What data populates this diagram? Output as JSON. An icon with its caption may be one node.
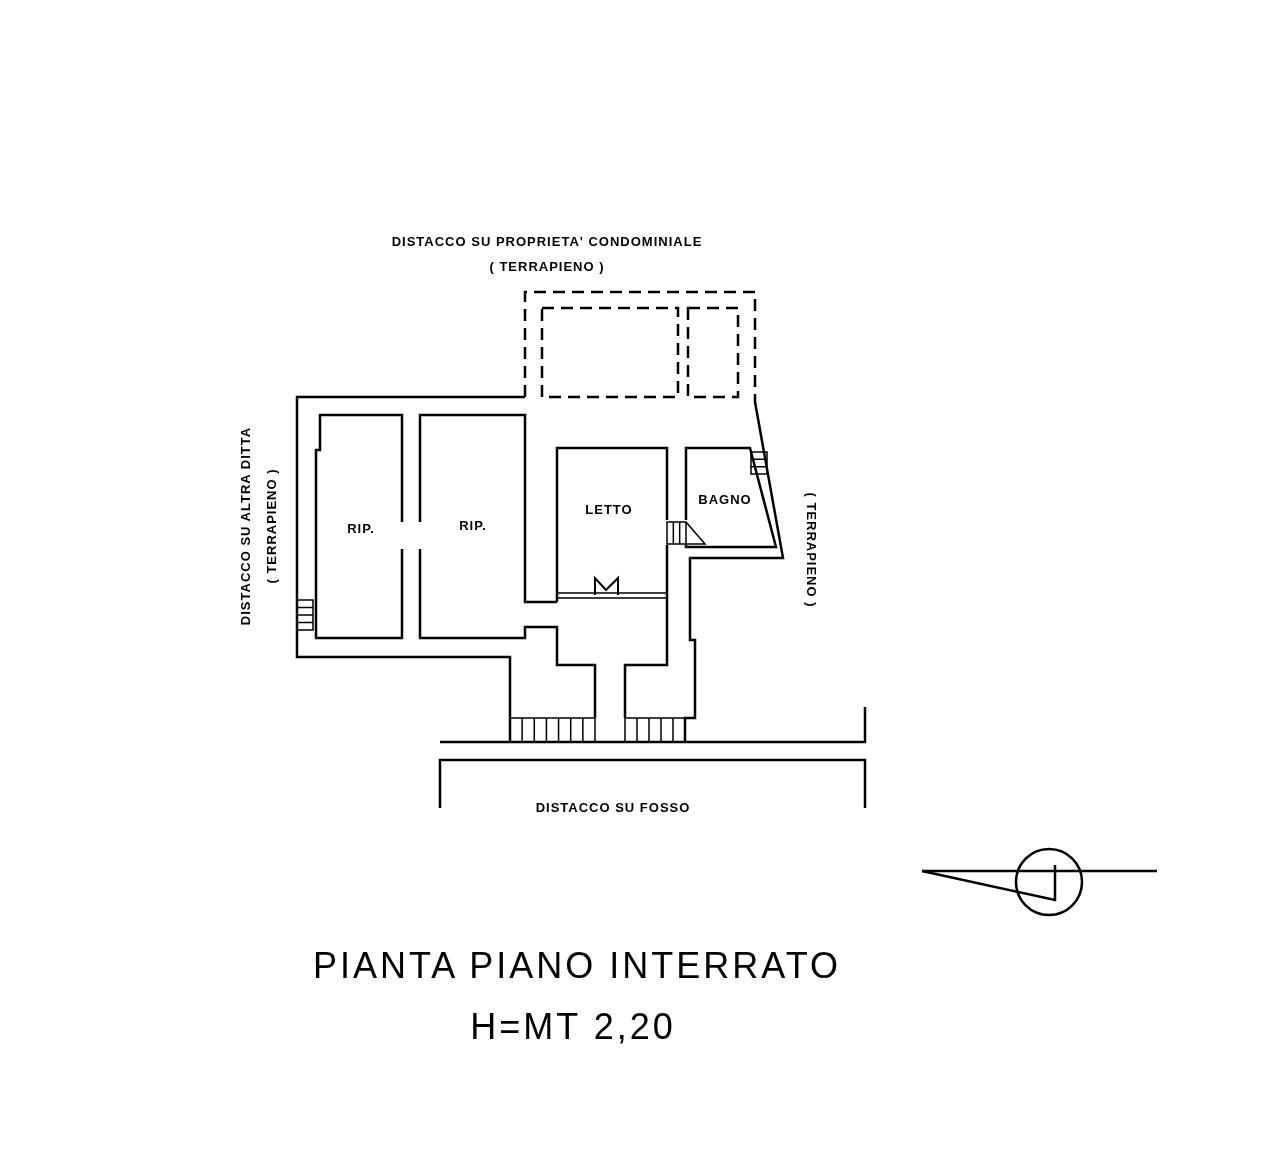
{
  "diagram": {
    "title": "PIANTA PIANO INTERRATO",
    "labels": [
      "DISTACCO SU PROPRIETA' CONDOMINIALE",
      "( TERRAPIENO )",
      "DISTACCO SU ALTRA DITTA",
      "( TERRAPIENO )",
      "RIP.",
      "RIP.",
      "LETTO",
      "BAGNO",
      "( TERRAPIENO )",
      "DISTACCO SU FOSSO",
      "H=MT 2,20"
    ]
  }
}
